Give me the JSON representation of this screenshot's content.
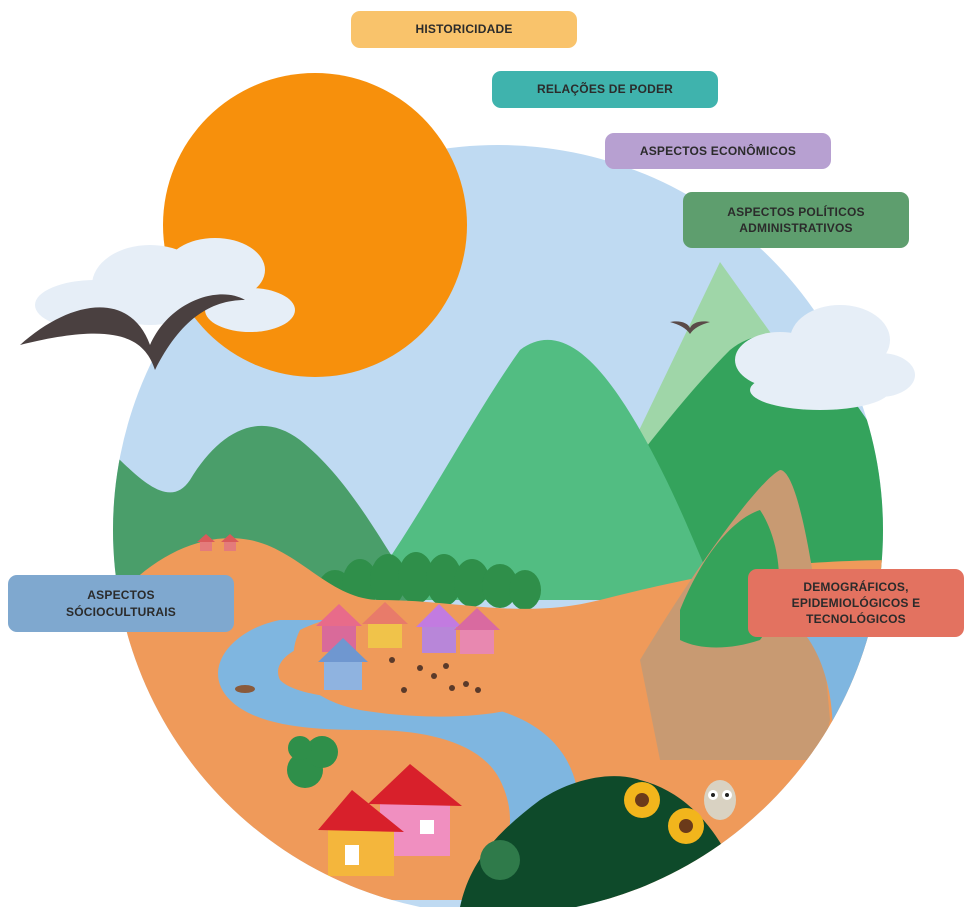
{
  "labels": {
    "historicidade": "HISTORICIDADE",
    "relacoes_poder": "RELAÇÕES DE PODER",
    "aspectos_economicos": "ASPECTOS ECONÔMICOS",
    "aspectos_politicos_l1": "ASPECTOS POLÍTICOS",
    "aspectos_politicos_l2": "ADMINISTRATIVOS",
    "socioculturais_l1": "ASPECTOS",
    "socioculturais_l2": "SÓCIOCULTURAIS",
    "demograficos_l1": "DEMOGRÁFICOS,",
    "demograficos_l2": "EPIDEMIOLÓGICOS E",
    "demograficos_l3": "TECNOLÓGICOS"
  },
  "colors": {
    "historicidade": "#f9c36b",
    "relacoes_poder": "#3fb3ad",
    "aspectos_economicos": "#b7a0d1",
    "aspectos_politicos": "#5e9e6e",
    "socioculturais": "#7fa8cf",
    "demograficos": "#e37260",
    "sky": "#bfdaf2",
    "sun": "#f7900c",
    "ground": "#ef9a5a",
    "river": "#7fb6e0"
  }
}
